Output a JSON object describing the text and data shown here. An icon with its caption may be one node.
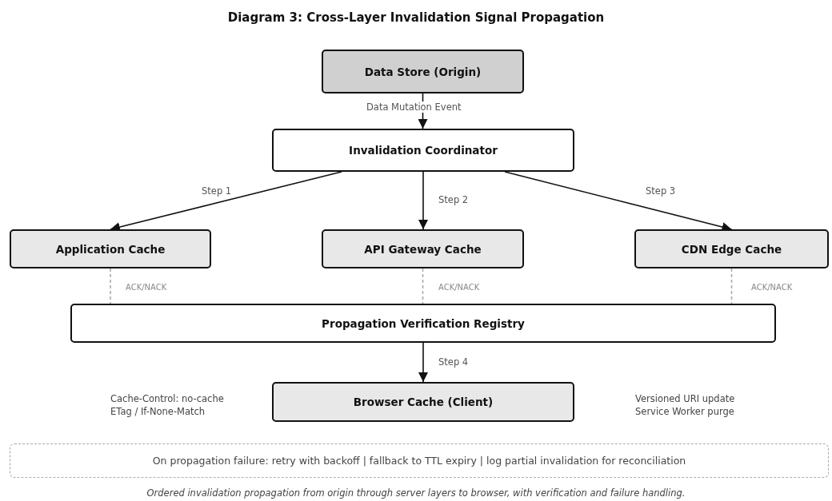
{
  "diagram": {
    "title": "Diagram 3: Cross-Layer Invalidation Signal Propagation",
    "caption": "Ordered invalidation propagation from origin through server layers to browser, with verification and failure handling.",
    "nodes": [
      {
        "text": [
          "Data Store (Origin)"
        ]
      },
      {
        "text": [
          "Invalidation Coordinator"
        ]
      },
      {
        "text": [
          "Application Cache"
        ]
      },
      {
        "text": [
          "API Gateway Cache"
        ]
      },
      {
        "text": [
          "CDN Edge Cache"
        ]
      },
      {
        "text": [
          "Propagation Verification Registry"
        ]
      },
      {
        "text": [
          "Browser Cache (Client)"
        ],
        "beside": [
          "Cache-Control: no-cache",
          "ETag / If-None-Match",
          "Versioned URI update",
          "Service Worker purge"
        ]
      },
      {
        "text": [
          "On propagation failure: retry with backoff | fallback to TTL expiry | log partial invalidation for reconciliation"
        ]
      }
    ],
    "edges": [
      {
        "from": 0,
        "to": 1,
        "arrow": "to",
        "label": "Data Mutation Event"
      },
      {
        "from": 1,
        "to": 2,
        "arrow": "to",
        "label": "Step 1"
      },
      {
        "from": 1,
        "to": 3,
        "arrow": "to",
        "label": "Step 2"
      },
      {
        "from": 1,
        "to": 4,
        "arrow": "to",
        "label": "Step 3"
      },
      {
        "from": 2,
        "to": 5,
        "arrow": "none",
        "label": "ACK/NACK",
        "style": "dashed",
        "color": "#aaaaaa"
      },
      {
        "from": 3,
        "to": 5,
        "arrow": "none",
        "label": "ACK/NACK",
        "style": "dashed",
        "color": "#aaaaaa"
      },
      {
        "from": 4,
        "to": 5,
        "arrow": "none",
        "label": "ACK/NACK",
        "style": "dashed",
        "color": "#aaaaaa"
      },
      {
        "from": 5,
        "to": 6,
        "arrow": "to",
        "label": "Step 4"
      }
    ]
  }
}
